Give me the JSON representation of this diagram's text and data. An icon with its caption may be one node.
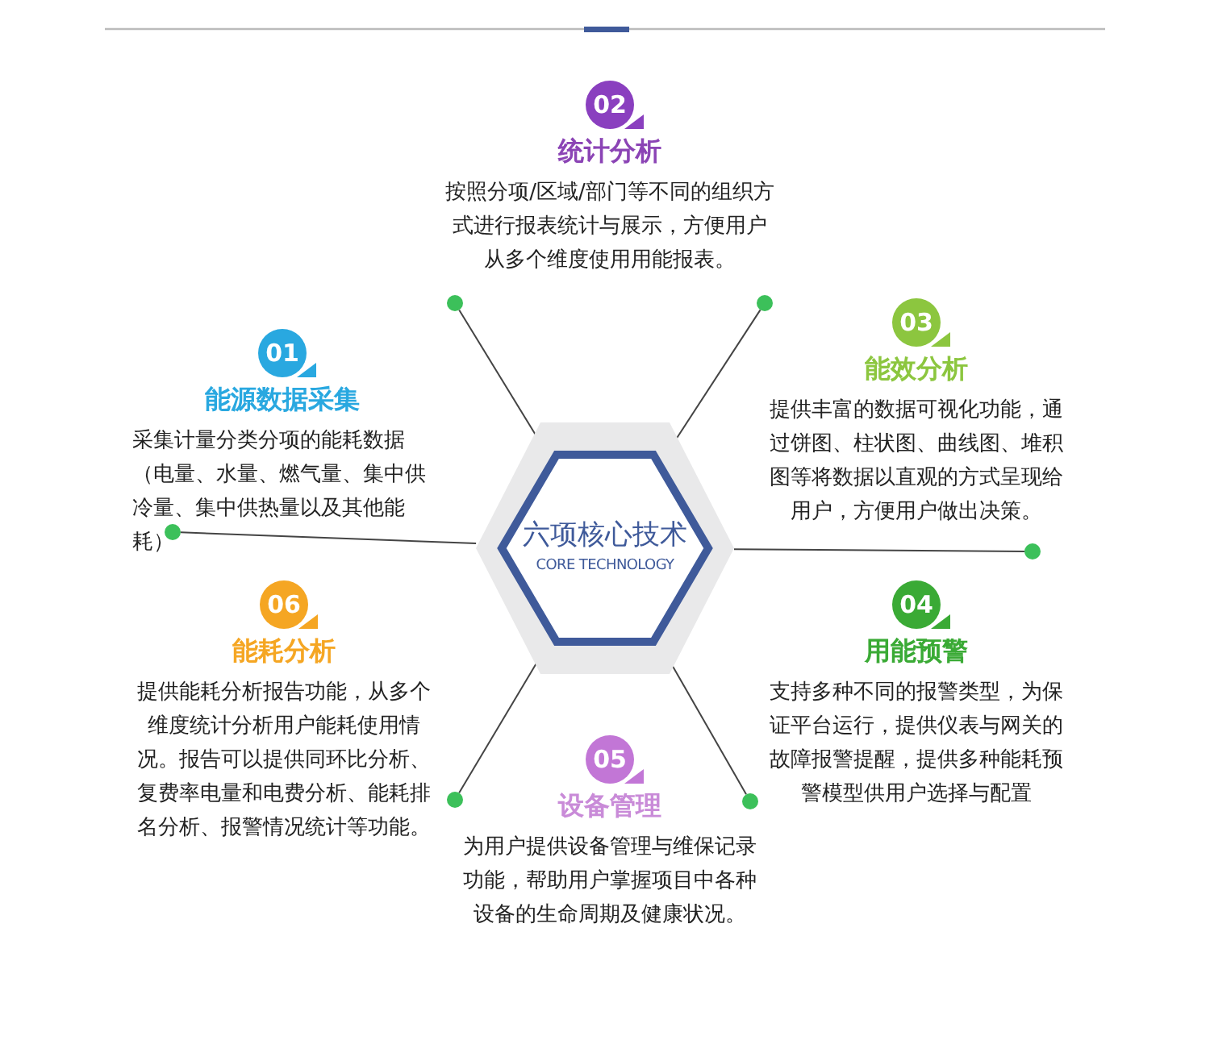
{
  "diagram": {
    "nodes": [
      {
        "text": [
          "02",
          "统计分析",
          "按照分项/区域/部门等不同的组织方式进行报表统计与展示，方便用户从多个维度使用用能报表。"
        ]
      },
      {
        "text": [],
        "shape": "circle"
      },
      {
        "text": [],
        "shape": "circle"
      },
      {
        "text": [
          "01",
          "能源数据采集",
          "采集计量分类分项的能耗数据（电量、水量、燃气量、集中供冷量、集中供热量以及其他能耗）"
        ]
      },
      {
        "text": [
          "03",
          "能效分析",
          "提供丰富的数据可视化功能，通过饼图、柱状图、曲线图、堆积图等将数据以直观的方式呈现给用户，方便用户做出决策。"
        ]
      },
      {
        "text": [],
        "shape": "circle"
      },
      {
        "text": [
          "六项核心技术",
          "CORE TECHNOLOGY"
        ]
      },
      {
        "text": [],
        "shape": "circle"
      },
      {
        "text": [
          "06",
          "能耗分析",
          "提供能耗分析报告功能，从多个维度统计分析用户能耗使用情况。报告可以提供同环比分析、复费率电量和电费分析、能耗排名分析、报警情况统计等功能。"
        ]
      },
      {
        "text": [
          "04",
          "用能预警",
          "支持多种不同的报警类型，为保证平台运行，提供仪表与网关的故障报警提醒，提供多种能耗预警模型供用户选择与配置"
        ]
      },
      {
        "text": [],
        "shape": "circle"
      },
      {
        "text": [],
        "shape": "circle"
      },
      {
        "text": [
          "05",
          "设备管理",
          "为用户提供设备管理与维保记录功能，帮助用户掌握项目中各种设备的生命周期及健康状况。"
        ]
      }
    ],
    "edges": [
      {
        "from": 6,
        "to": 1,
        "arrow": "none"
      },
      {
        "from": 6,
        "to": 2,
        "arrow": "none"
      },
      {
        "from": 6,
        "to": 5,
        "arrow": "none"
      },
      {
        "from": 6,
        "to": 7,
        "arrow": "none"
      },
      {
        "from": 6,
        "to": 10,
        "arrow": "none"
      },
      {
        "from": 6,
        "to": 11,
        "arrow": "none"
      }
    ]
  }
}
